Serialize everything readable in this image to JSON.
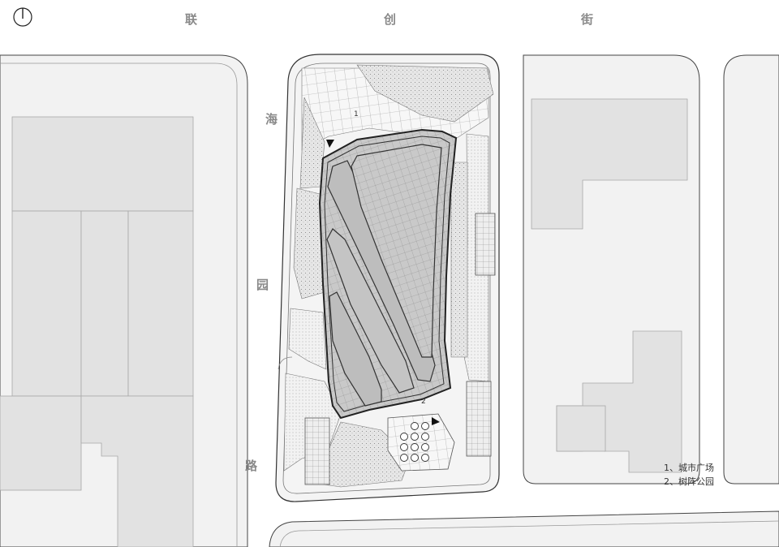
{
  "streets": {
    "north": [
      "联",
      "创",
      "街"
    ],
    "west": [
      "海",
      "园",
      "路"
    ]
  },
  "markers": [
    "1",
    "2"
  ],
  "legend": [
    "1、城市广场",
    "2、树阵公园"
  ]
}
